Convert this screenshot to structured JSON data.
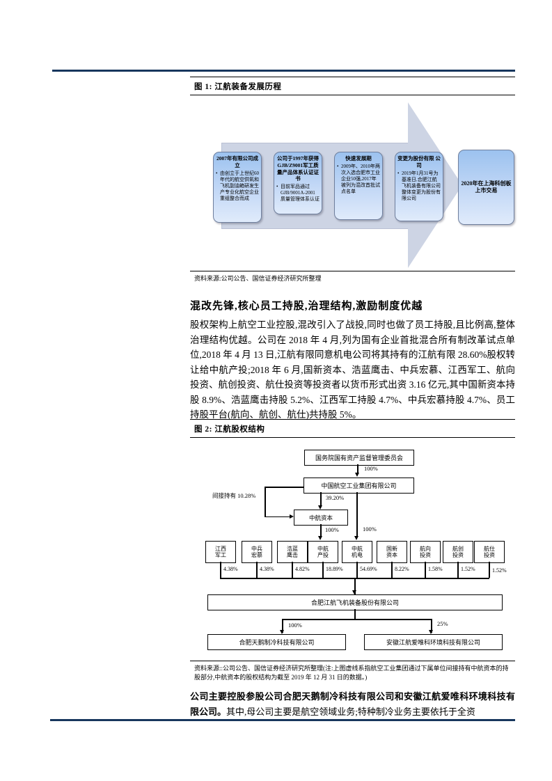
{
  "fig1": {
    "title": "图 1: 江航装备发展历程",
    "source": "资料来源:公司公告、国信证券经济研究所整理",
    "boxes": [
      {
        "title": "2007年有限公司成立",
        "bullet": "由创立于上世纪60年代的航空供氧和飞机副油箱研发生产专业化航空企业重组整合而成"
      },
      {
        "title": "公司于1997年获得GJB/Z9001军工质量产品体系认证证书",
        "bullet": "目前军品通过GJB/9001A-2001质量管理体系认证"
      },
      {
        "title": "快速发展期",
        "bullet": "2009年、2010年两次入选合肥市工业企业50强,2017年被列为混改首批试点名单"
      },
      {
        "title": "变更为股份有限 公司",
        "bullet": "2019年1月31号为基准日,合肥江航飞机装备有限公司整体变更为股份有限公司"
      }
    ],
    "final_box": "2020年在上海科创板上市交易"
  },
  "heading": "混改先锋,核心员工持股,治理结构,激励制度优越",
  "para1": "股权架构上航空工业控股,混改引入了战投,同时也做了员工持股,且比例高,整体治理结构优越。公司在 2018 年 4 月,列为国有企业首批混合所有制改革试点单位,2018 年 4 月 13 日,江航有限同意机电公司将其持有的江航有限 28.60%股权转让给中航产投;2018 年 6 月,国新资本、浩蓝鹰击、中兵宏慕、江西军工、航向投资、航创投资、航仕投资等投资者以货币形式出资 3.16 亿元,其中国新资本持股 8.9%、浩蓝鹰击持股 5.2%、江西军工持股 4.7%、中兵宏慕持股 4.7%、员工持股平台(航向、航创、航仕)共持股 5%。",
  "fig2": {
    "title": "图 2: 江航股权结构",
    "source": "资料来源::公司公告、国信证券经济研究所整理(注:上图虚线系指航空工业集团通过下属单位间接持有中航资本的持股部分,中航资本的股权结构为截至 2019 年 12 月 31 日的数据。)",
    "chart": {
      "sasac": "国务院国有资产监督管理委员会",
      "avic": "中国航空工业集团有限公司",
      "avic_capital": "中航资本",
      "indirect_label": "间接持有 10.28%",
      "pct_sasac_avic": "100%",
      "pct_avic_capital": "39.20%",
      "pct_capital_chantou": "100%",
      "pct_avic_jidian": "100%",
      "holders": [
        {
          "name": "江西军工",
          "pct": "4.38%"
        },
        {
          "name": "中兵宏慕",
          "pct": "4.38%"
        },
        {
          "name": "浩蓝鹰击",
          "pct": "4.82%"
        },
        {
          "name": "中航产投",
          "pct": "18.89%"
        },
        {
          "name": "中航机电",
          "pct": "54.69%"
        },
        {
          "name": "国新资本",
          "pct": "8.22%"
        },
        {
          "name": "航向投资",
          "pct": "1.58%"
        },
        {
          "name": "航创投资",
          "pct": "1.52%"
        },
        {
          "name": "航仕投资",
          "pct": "1.52%"
        }
      ],
      "company": "合肥江航飞机装备股份有限公司",
      "sub_left": {
        "name": "合肥天鹅制冷科技有限公司",
        "pct": "100%"
      },
      "sub_right": {
        "name": "安徽江航爱唯科环境科技有限公司",
        "pct": "25%"
      }
    }
  },
  "para2_bold": "公司主要控股参股公司合肥天鹅制冷科技有限公司和安徽江航爱唯科环境科技有限公司。",
  "para2_rest": "其中,母公司主要是航空领域业务;特种制冷业务主要依托于全资"
}
